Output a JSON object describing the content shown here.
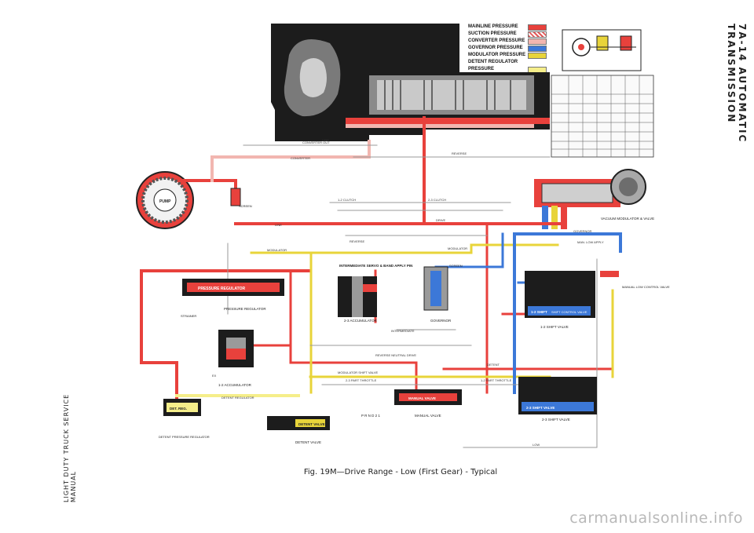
{
  "page": {
    "side_header": "7A-14 AUTOMATIC TRANSMISSION",
    "side_footer": "LIGHT DUTY TRUCK SERVICE MANUAL",
    "caption": "Fig. 19M—Drive Range - Low (First Gear) - Typical",
    "watermark": "carmanualsonline.info"
  },
  "legend": {
    "items": [
      {
        "label": "MAINLINE PRESSURE",
        "color": "#e8413c"
      },
      {
        "label": "SUCTION PRESSURE",
        "color": "#e35a5a"
      },
      {
        "label": "CONVERTER PRESSURE",
        "color": "#f2b6b0"
      },
      {
        "label": "GOVERNOR PRESSURE",
        "color": "#3c78d8"
      },
      {
        "label": "MODULATOR PRESSURE",
        "color": "#e8d43a"
      },
      {
        "label": "DETENT REGULATOR PRESSURE",
        "color": "#f5ee8a"
      }
    ]
  },
  "colors": {
    "mainline": "#e8413c",
    "governor": "#3c78d8",
    "modulator": "#e8d43a",
    "converter": "#f2b6b0",
    "exhaust": "#9a9a9a",
    "housing": "#1c1c1c"
  },
  "labels": {
    "pump": "PUMP",
    "screen": "SCREEN",
    "strainer": "STRAINER",
    "pressure_regulator": "PRESSURE REGULATOR",
    "pressure_regulator_valve": "PRESSURE REGULATOR",
    "accumulator_12": "1-2 ACCUMULATOR",
    "accumulator_23": "2-3 ACCUMULATOR",
    "intermediate_servo": "INTERMEDIATE SERVO & BAND APPLY PIN",
    "governor": "GOVERNOR",
    "governor_screen": "SCREEN",
    "vacuum_modulator": "VACUUM MODULATOR & VALVE",
    "manual_low_control": "MANUAL LOW CONTROL VALVE",
    "shift_12": "1-2 SHIFT VALVE",
    "shift_23": "2-3 SHIFT VALVE",
    "manual_valve": "MANUAL VALVE",
    "manual_valve_body": "MANUAL VALVE",
    "detent_valve": "DETENT VALVE",
    "detent_valve_body": "DETENT VALVE",
    "detent_regulator": "DETENT PRESSURE REGULATOR",
    "det_reg": "DET. REG.",
    "converter": "CONVERTER",
    "converter_out": "CONVERTER OUT",
    "line": "LINE",
    "reverse": "REVERSE",
    "drive": "DRIVE",
    "modulator": "MODULATOR",
    "intermediate": "INTERMEDIATE",
    "detent": "DETENT",
    "low": "LOW",
    "clutch_12": "1-2 CLUTCH",
    "clutch_23": "2-3 CLUTCH",
    "mod_shift_valve": "MODULATOR SHIFT VALVE",
    "detent_regulator_line": "DETENT REGULATOR",
    "man_low_apply": "MAN. LOW APPLY",
    "throttle_23": "2-3 PART THROTTLE",
    "throttle_12": "1-2 PART THROTTLE",
    "reverse_neutral_drive": "REVERSE NEUTRAL DRIVE",
    "ex": "EX",
    "shift_control_valve": "SHIFT CONTROL VALVE",
    "shift_12_body": "1-2 SHIFT",
    "shift_23_body": "2-3 SHIFT VALVE",
    "governor_line": "GOVERNOR",
    "manual_selector": "P R N D 2 1"
  }
}
